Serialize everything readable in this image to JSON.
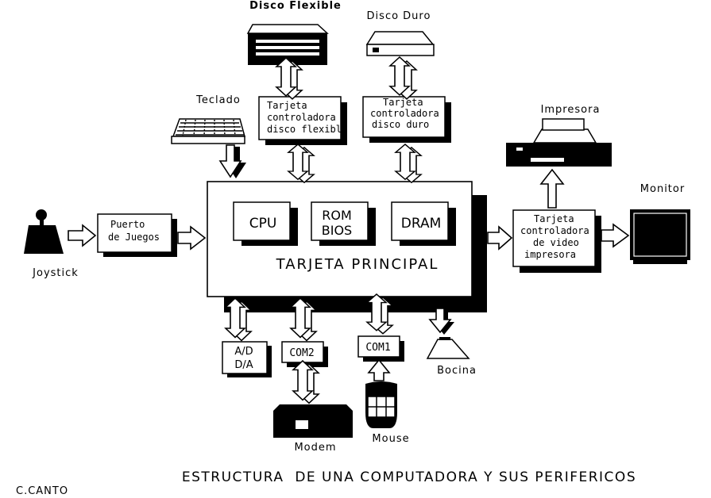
{
  "diagram": {
    "title": "ESTRUCTURA  DE UNA COMPUTADORA Y SUS PERIFERICOS",
    "author": "C.CANTO",
    "main_board": {
      "label": "TARJETA PRINCIPAL",
      "cpu": "CPU",
      "rom_line1": "ROM",
      "rom_line2": "BIOS",
      "dram": "DRAM"
    },
    "floppy_controller": {
      "line1": "Tarjeta",
      "line2": "controladora",
      "line3": "disco flexible"
    },
    "hdd_controller": {
      "line1": "Tarjeta",
      "line2": "controladora",
      "line3": "disco duro"
    },
    "video_controller": {
      "line1": "Tarjeta",
      "line2": "controladora",
      "line3": "de video",
      "line4": "impresora"
    },
    "game_port": {
      "line1": "Puerto",
      "line2": "de Juegos"
    },
    "adda": {
      "line1": "A/D",
      "line2": "D/A"
    },
    "com2": "COM2",
    "com1": "COM1",
    "peripherals": {
      "floppy": "Disco Flexible",
      "hdd": "Disco Duro",
      "keyboard": "Teclado",
      "printer": "Impresora",
      "monitor": "Monitor",
      "joystick": "Joystick",
      "speaker": "Bocina",
      "modem": "Modem",
      "mouse": "Mouse"
    }
  }
}
